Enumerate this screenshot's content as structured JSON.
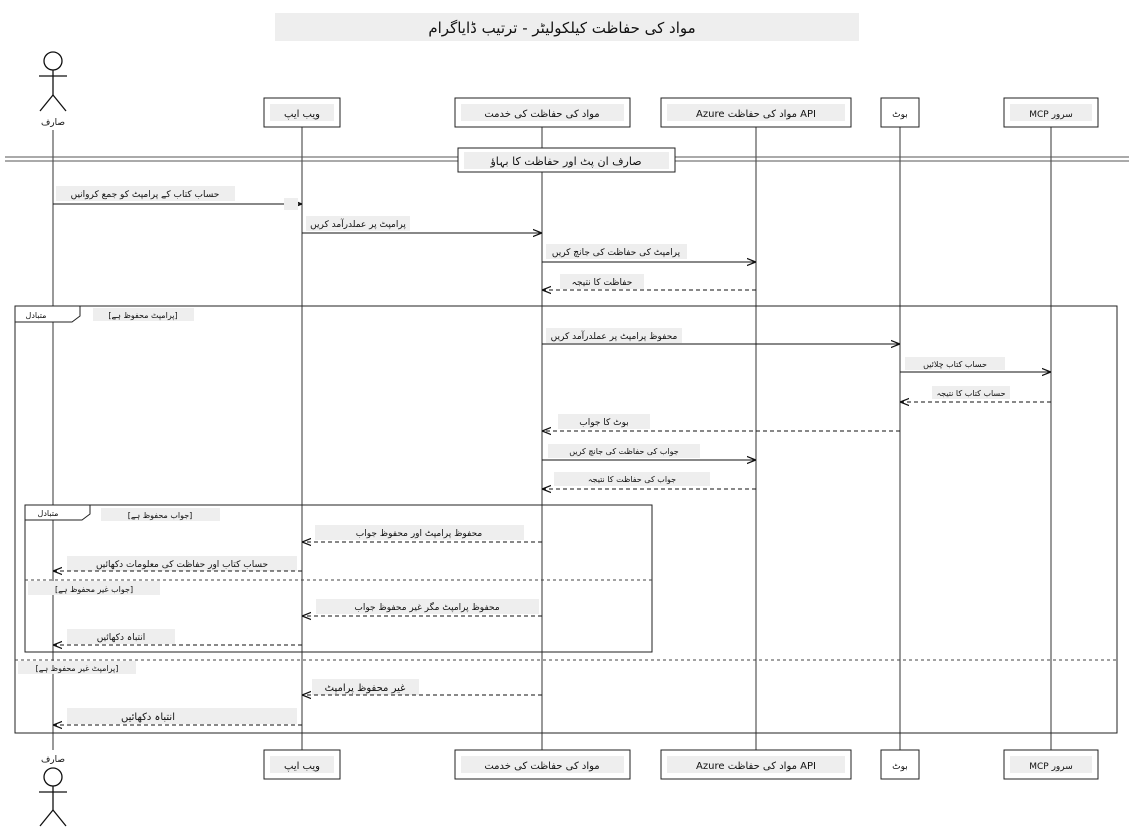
{
  "title": "مواد کی حفاظت کیلکولیٹر - ترتیب ڈایاگرام",
  "participants": {
    "user": "صارف",
    "webapp": "ویب ایپ",
    "service": "مواد کی حفاظت کی خدمت",
    "api": "Azure مواد کی حفاظت API",
    "bot": "بوٹ",
    "mcp": "MCP سرور"
  },
  "section": "صارف ان پٹ اور حفاظت کا بہاؤ",
  "messages": {
    "m1": "حساب کتاب کے پرامپٹ کو جمع کروانیں",
    "m2": "پرامپٹ پر عملدرآمد کریں",
    "m3": "پرامپٹ کی حفاظت کی جانچ کریں",
    "m4": "حفاظت کا نتیجہ",
    "m5": "محفوظ پرامپٹ پر عملدرآمد کریں",
    "m6": "حساب کتاب چلائیں",
    "m7": "حساب کتاب کا نتیجہ",
    "m8": "بوٹ کا جواب",
    "m9": "جواب کی حفاظت کی جانچ کریں",
    "m10": "جواب کی حفاظت کا نتیجہ",
    "m11": "محفوظ پرامپٹ اور محفوظ جواب",
    "m12": "حساب کتاب اور حفاظت کی معلومات دکھائیں",
    "m13": "محفوظ پرامپٹ مگر غیر محفوظ جواب",
    "m14": "انتباہ دکھائیں",
    "m15": "غیر محفوظ پرامپٹ",
    "m16": "انتباہ دکھائیں"
  },
  "fragments": {
    "outer_label": "متبادل",
    "outer_cond1": "[پرامپٹ محفوظ ہے]",
    "outer_cond2": "[پرامپٹ غیر محفوظ ہے]",
    "inner_label": "متبادل",
    "inner_cond1": "[جواب محفوظ ہے]",
    "inner_cond2": "[جواب غیر محفوظ ہے]"
  }
}
